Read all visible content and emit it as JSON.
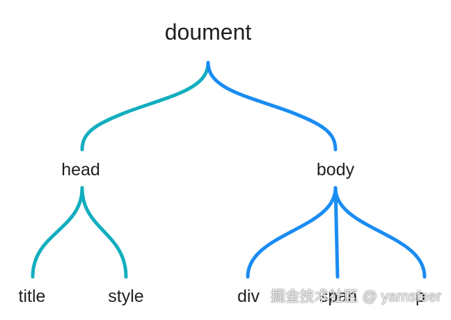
{
  "tree": {
    "root": {
      "label": "doument"
    },
    "head": {
      "label": "head",
      "children": [
        {
          "label": "title"
        },
        {
          "label": "style"
        }
      ]
    },
    "body": {
      "label": "body",
      "children": [
        {
          "label": "div"
        },
        {
          "label": "span"
        },
        {
          "label": "p"
        }
      ]
    }
  },
  "colors": {
    "head_branch": "#12AEBE",
    "body_branch": "#1A8CF2",
    "text": "#1F1F1F"
  },
  "watermark": "掘金技术社区 @ yamsfeer"
}
